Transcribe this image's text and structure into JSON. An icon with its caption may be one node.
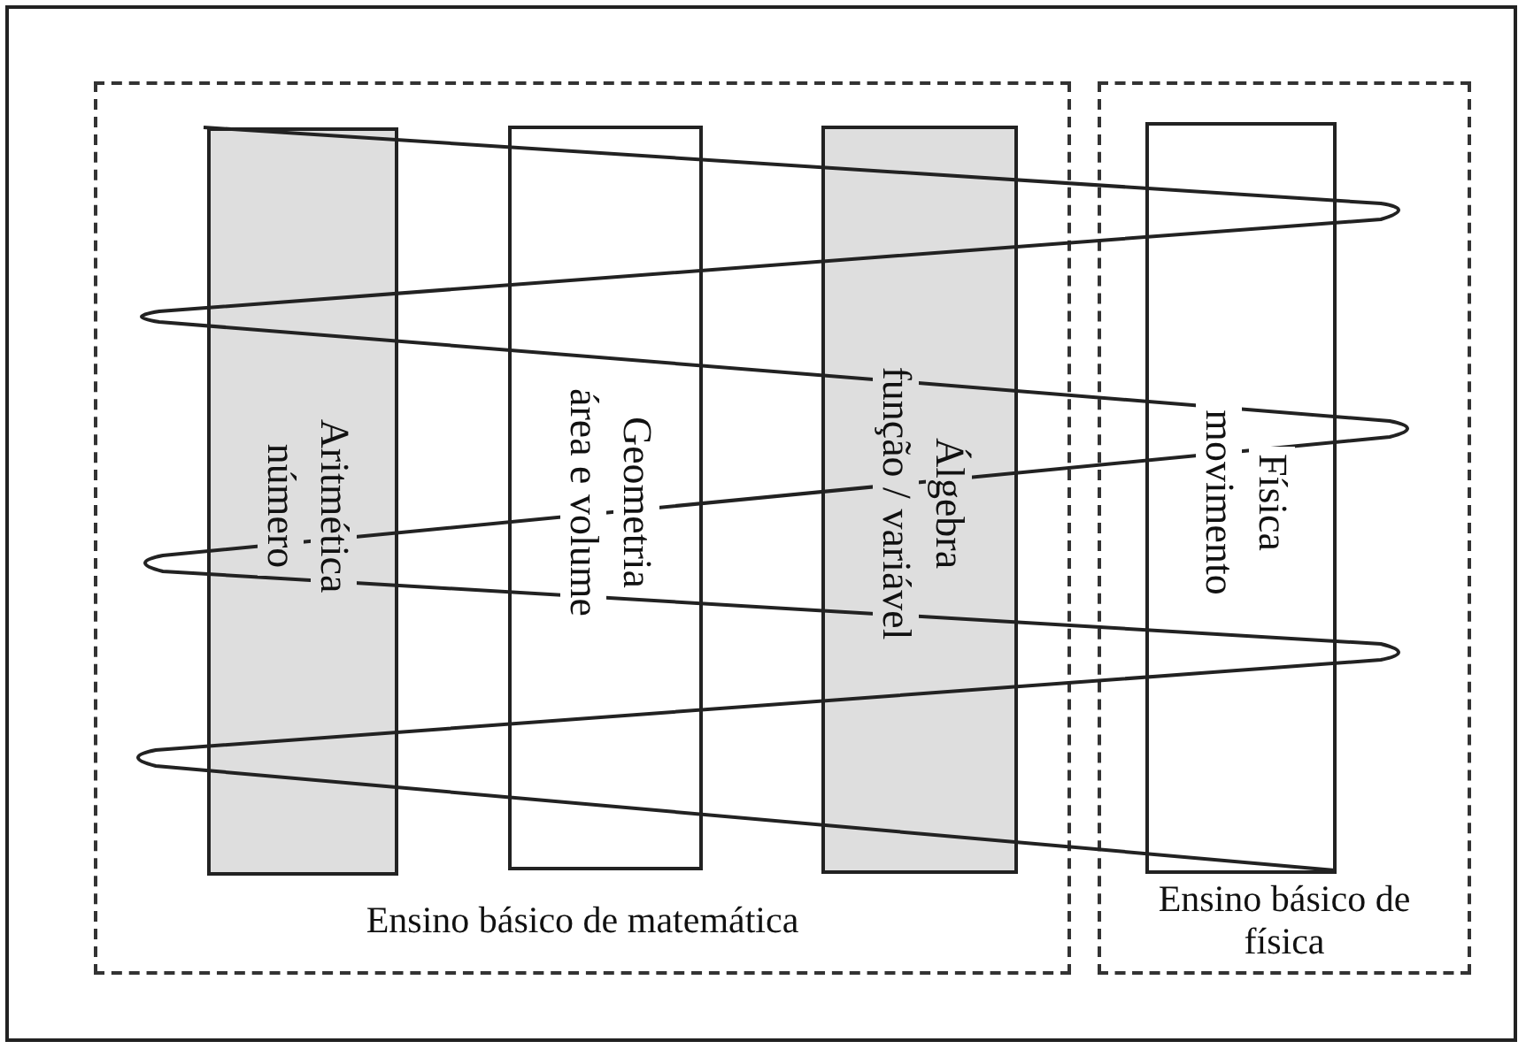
{
  "diagram": {
    "nodes": [
      {
        "text": [
          "Ensino básico de matemática"
        ]
      },
      {
        "text": [
          "Ensino básico de física"
        ]
      },
      {
        "text": [
          "Aritmética",
          "número"
        ],
        "in": 0
      },
      {
        "text": [
          "Geometria",
          "área e volume"
        ],
        "in": 0
      },
      {
        "text": [
          "Álgebra",
          "função / variável"
        ],
        "in": 0
      },
      {
        "text": [
          "Física",
          "movimento"
        ],
        "in": 1
      }
    ]
  }
}
